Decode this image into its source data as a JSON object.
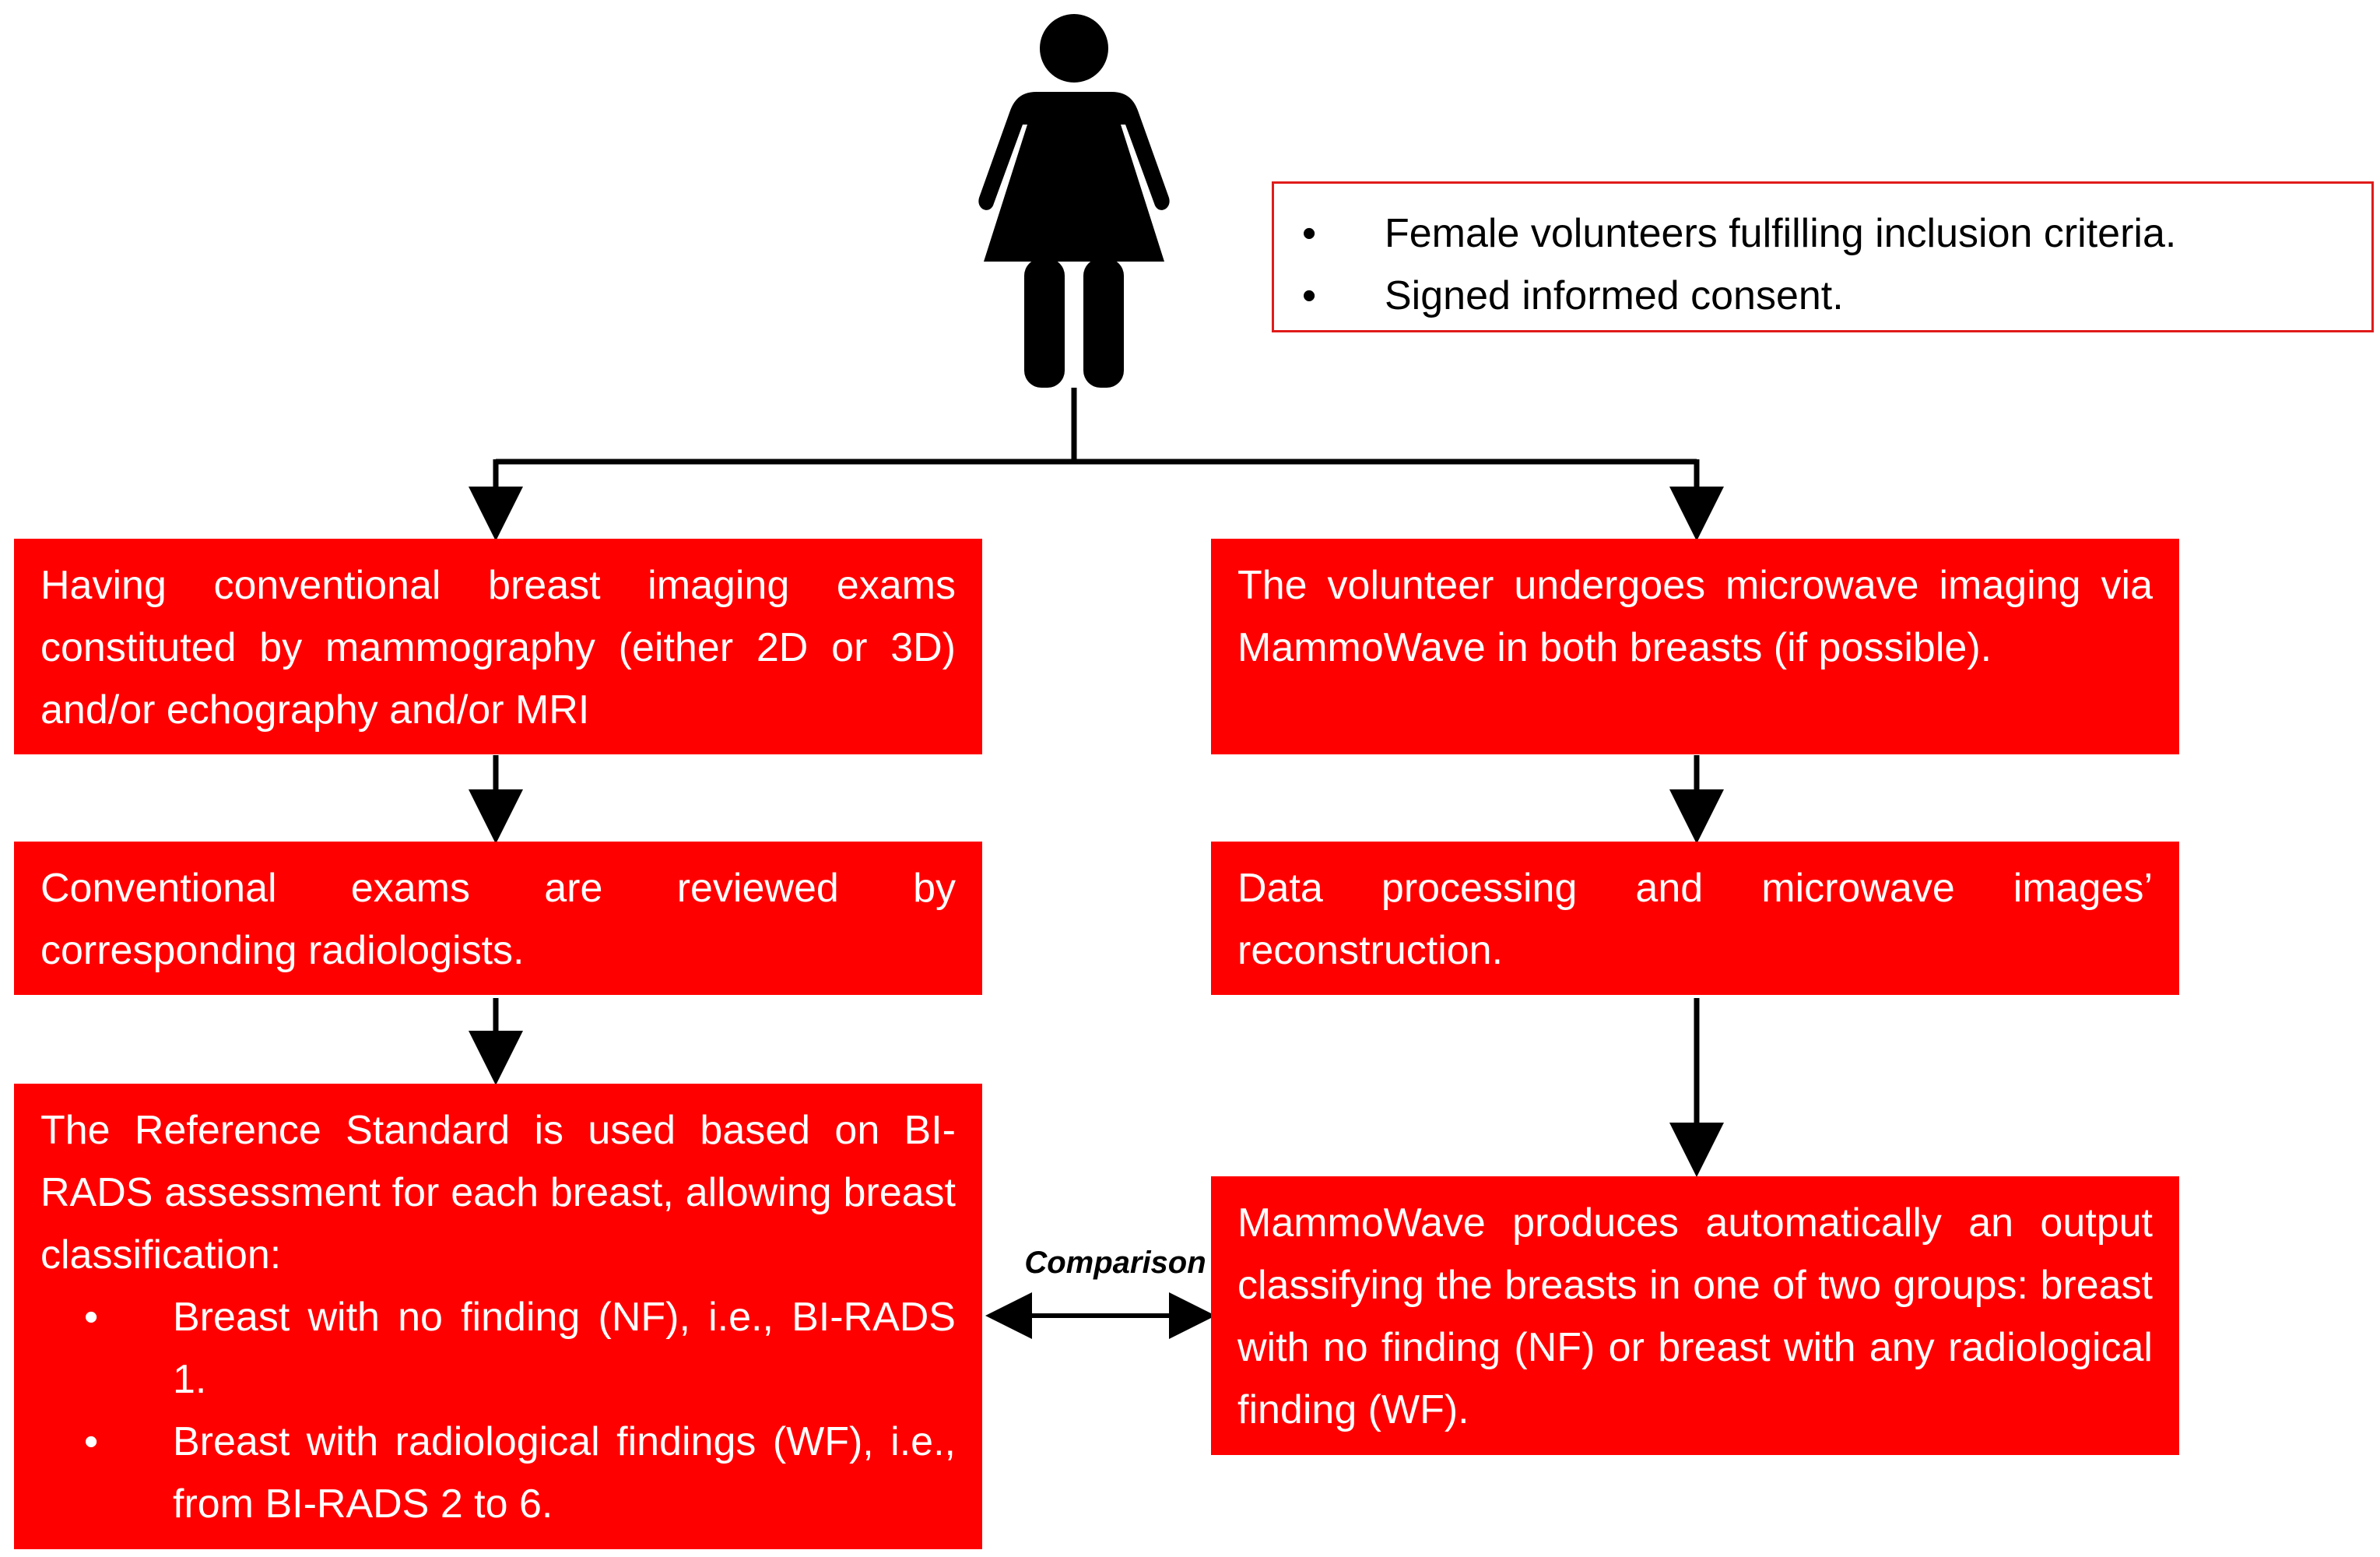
{
  "criteria": {
    "bullet": "•",
    "items": [
      "Female volunteers fulfilling inclusion criteria.",
      "Signed informed consent."
    ]
  },
  "left_column": {
    "box1": "Having conventional breast imaging exams constituted by mammography (either 2D or 3D) and/or echography and/or MRI",
    "box2": "Conventional exams are reviewed by corresponding radiologists.",
    "box3": {
      "intro": "The Reference Standard is used based on BI-RADS assessment for each breast, allowing breast classification:",
      "bullet": "•",
      "items": [
        "Breast with no finding (NF), i.e., BI-RADS 1.",
        "Breast with radiological findings (WF), i.e., from BI-RADS 2 to 6."
      ]
    }
  },
  "right_column": {
    "box1": "The volunteer undergoes microwave imaging via MammoWave in both breasts (if possible).",
    "box2": "Data processing and microwave images’ reconstruction.",
    "box3": "MammoWave produces automatically an output classifying the breasts in one of two groups: breast with no finding (NF) or breast with any radiological finding (WF)."
  },
  "comparison_label": "Comparison",
  "colors": {
    "box_fill": "#ff0000",
    "box_text": "#ffffff",
    "criteria_border": "#e01b1b",
    "lines": "#000000"
  },
  "icons": {
    "person": "woman-icon"
  }
}
